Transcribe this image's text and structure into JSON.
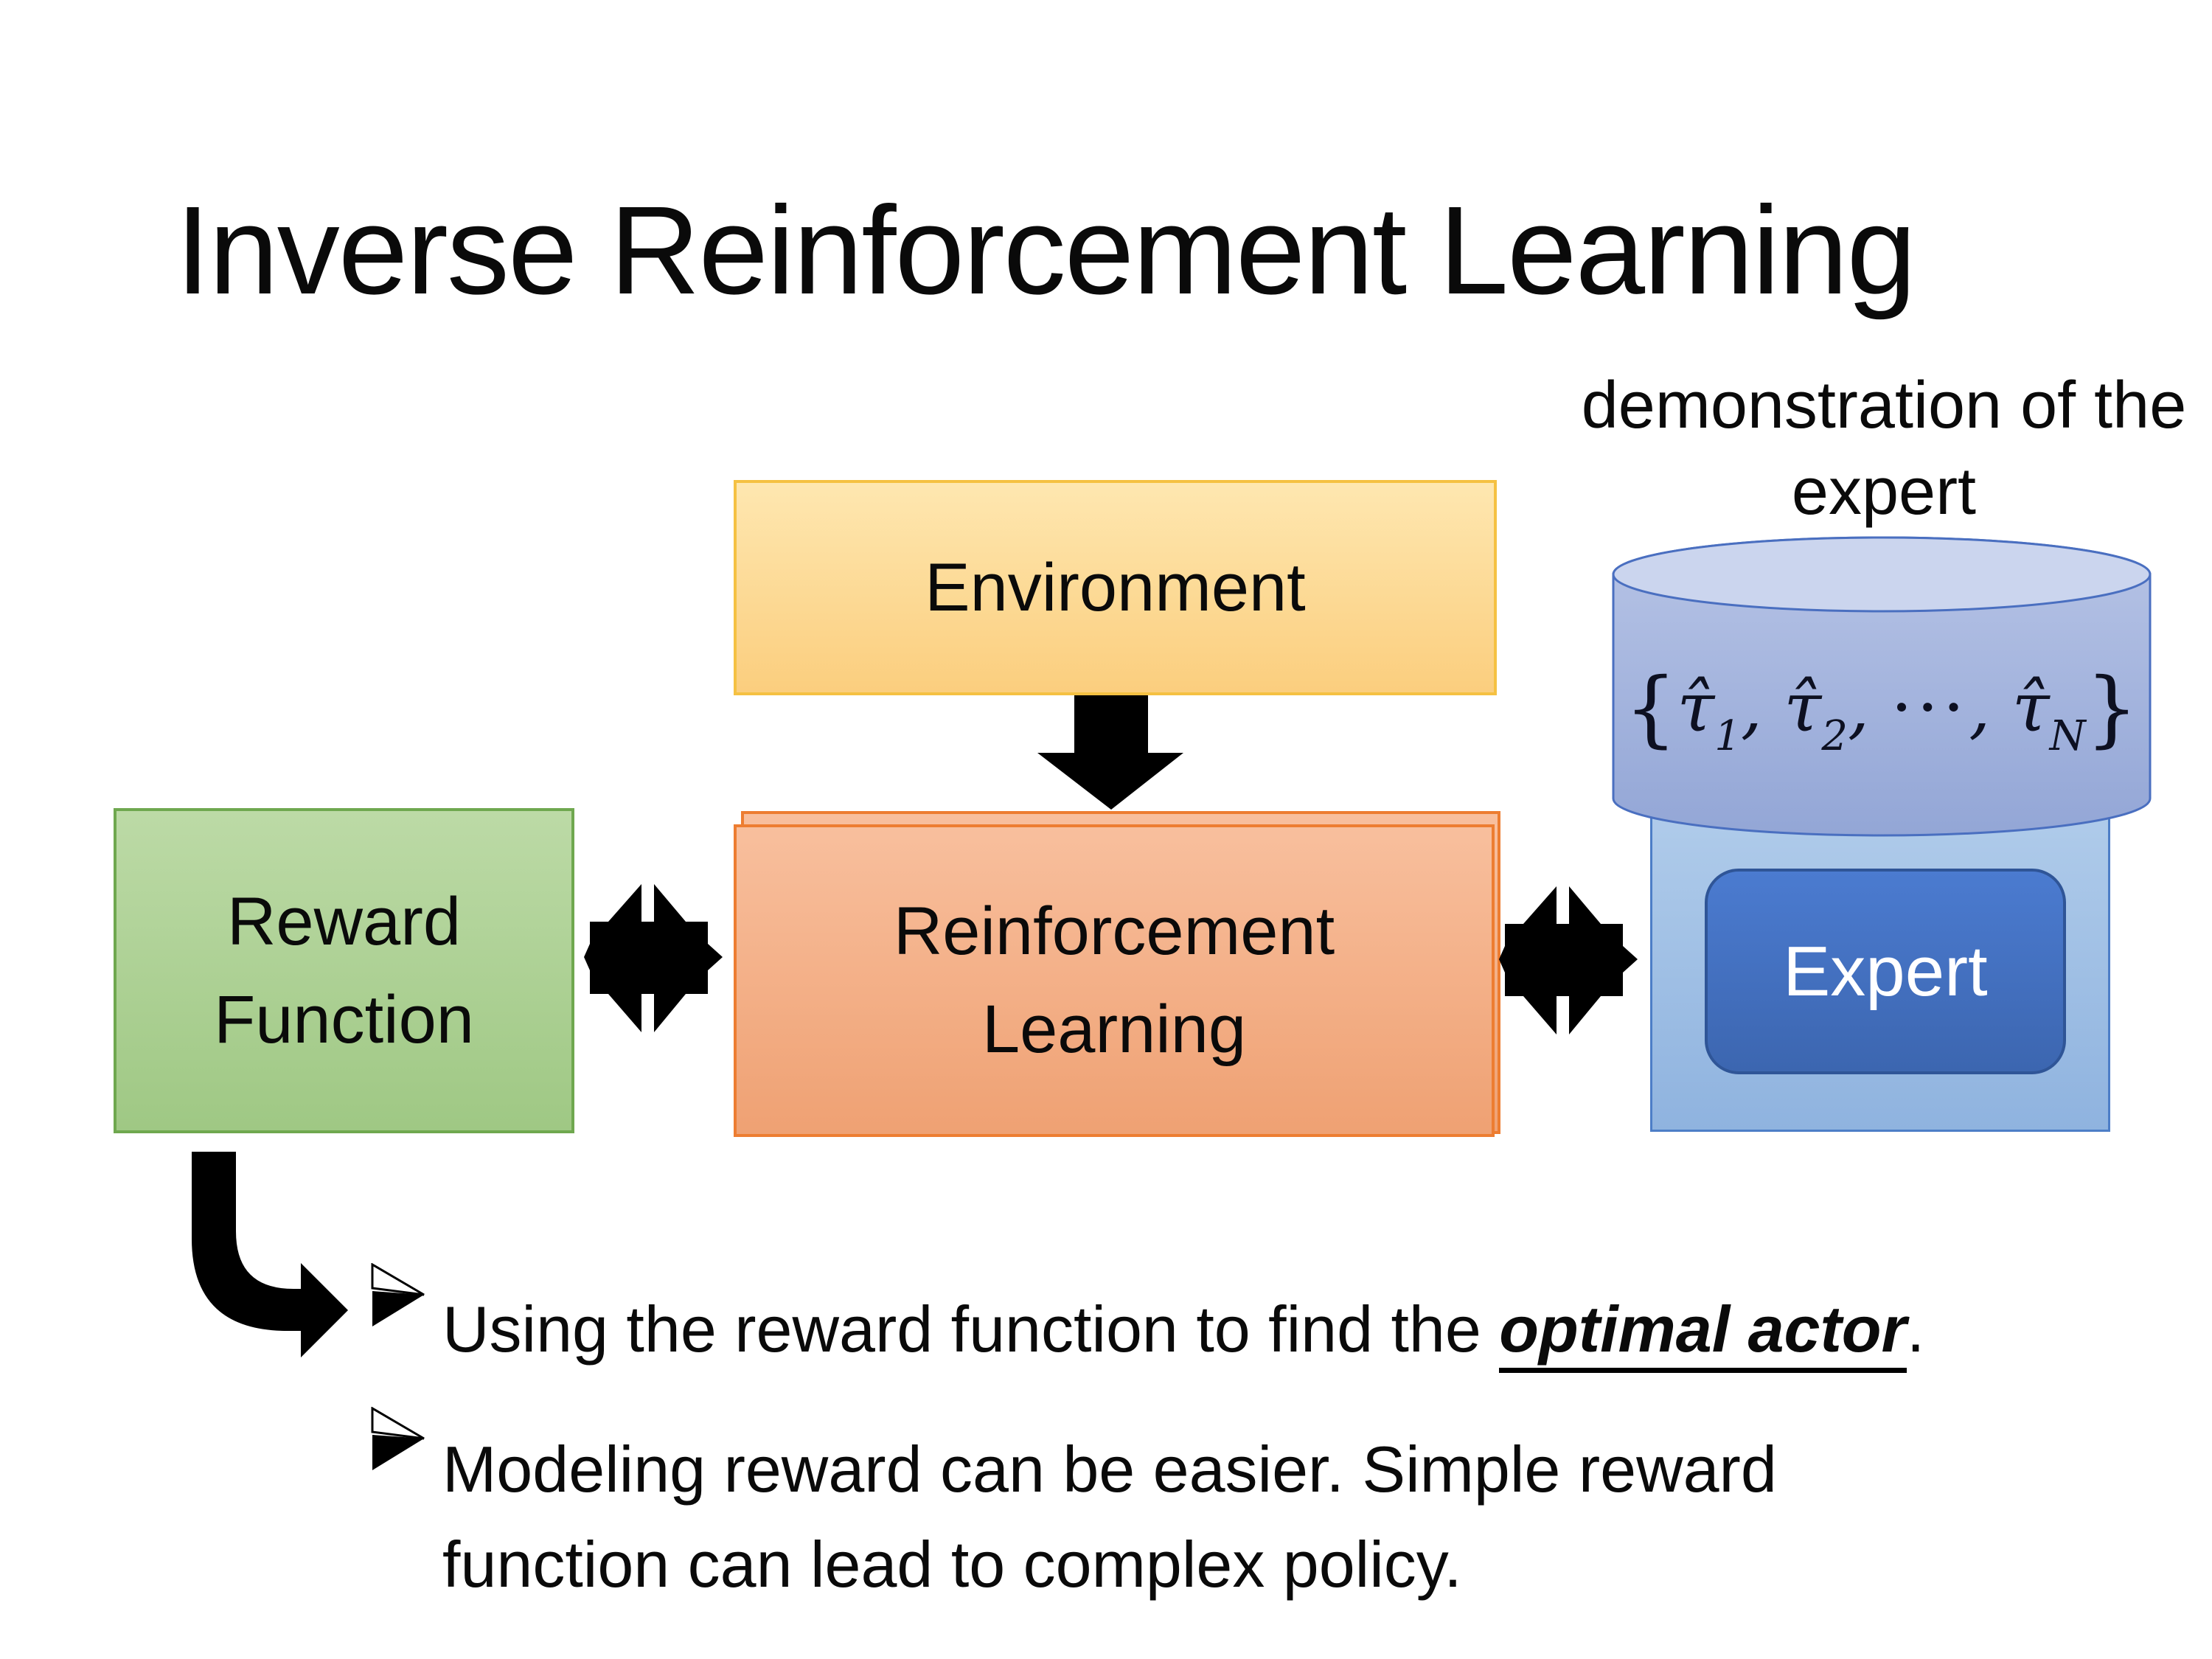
{
  "title": "Inverse Reinforcement Learning",
  "demo": {
    "line1": "demonstration",
    "line2": "of the expert"
  },
  "boxes": {
    "environment": "Environment",
    "reward": {
      "line1": "Reward",
      "line2": "Function"
    },
    "rl": {
      "line1": "Reinforcement",
      "line2": "Learning"
    },
    "expert": "Expert"
  },
  "math": {
    "open": "{",
    "tau": "τ̂",
    "sub1": "1",
    "sub2": "2",
    "subN": "N",
    "comma": ", ",
    "dots": "···",
    "close": "}"
  },
  "bullets": [
    {
      "prefix": "Using the reward function to find the ",
      "highlight": "optimal actor",
      "suffix": "."
    },
    {
      "line1": "Modeling reward can be easier. Simple reward",
      "line2": "function can lead to complex policy."
    }
  ],
  "colors": {
    "environment_fill": "#fbce7e",
    "environment_border": "#f5c142",
    "rl_fill": "#efa173",
    "rl_border": "#ed7d31",
    "reward_fill": "#9fc884",
    "reward_border": "#6fa84f",
    "panel_fill": "#8fb3df",
    "panel_border": "#4d7ec7",
    "expert_fill": "#4472c4",
    "expert_border": "#2f5597",
    "cylinder_fill": "#a9b8e0",
    "cylinder_border": "#4a6fc0",
    "arrow_black": "#000000"
  }
}
